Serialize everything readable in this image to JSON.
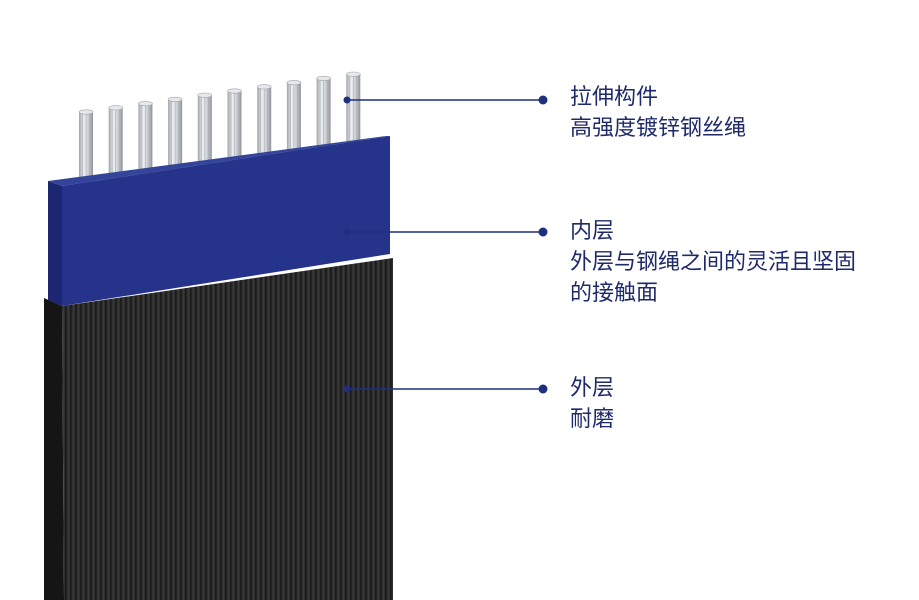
{
  "colors": {
    "accent": "#1e2f80",
    "inner_layer": "#25338a",
    "outer_layer": "#2b2b2b",
    "wire": "#d4d6da",
    "label_text": "#1f2a6b"
  },
  "callouts": [
    {
      "id": "tension-member",
      "title": "拉伸构件",
      "desc": [
        "高强度镀锌钢丝绳"
      ]
    },
    {
      "id": "inner-layer",
      "title": "内层",
      "desc": [
        "外层与钢绳之间的灵活且坚固",
        "的接触面"
      ]
    },
    {
      "id": "outer-layer",
      "title": "外层",
      "desc": [
        "耐磨"
      ]
    }
  ]
}
